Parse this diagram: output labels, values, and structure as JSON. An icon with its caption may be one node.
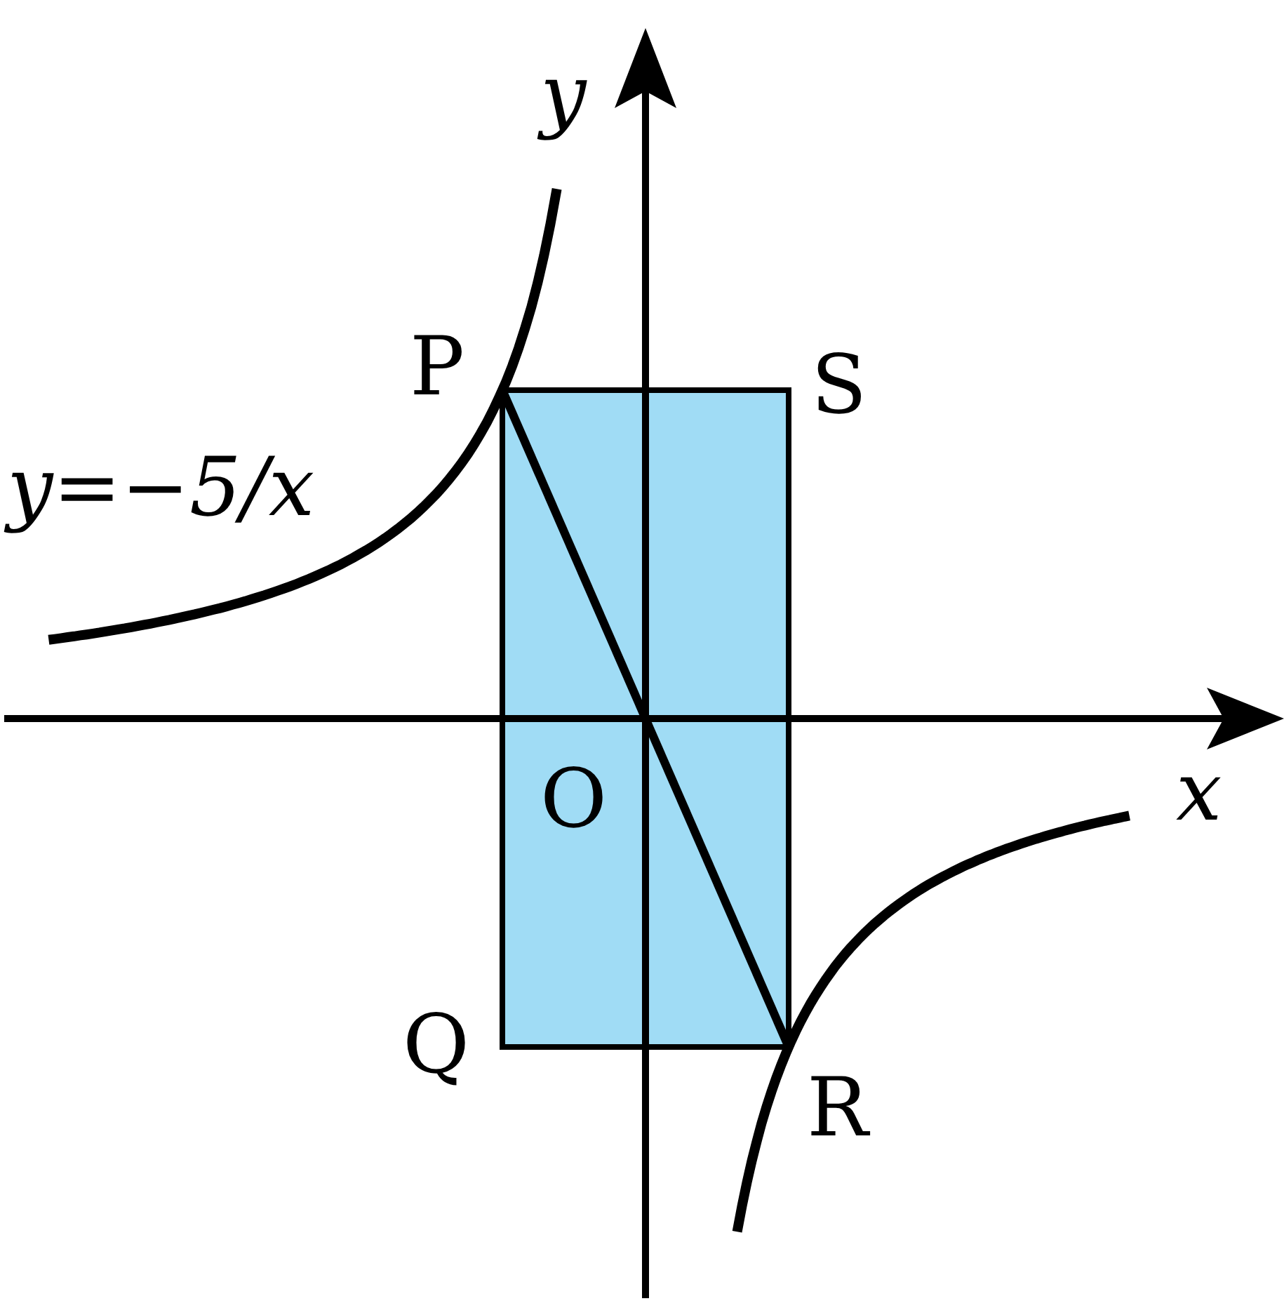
{
  "diagram": {
    "labels": [
      "y",
      "P",
      "S",
      "y=−5/x",
      "O",
      "x",
      "Q",
      "R"
    ]
  }
}
